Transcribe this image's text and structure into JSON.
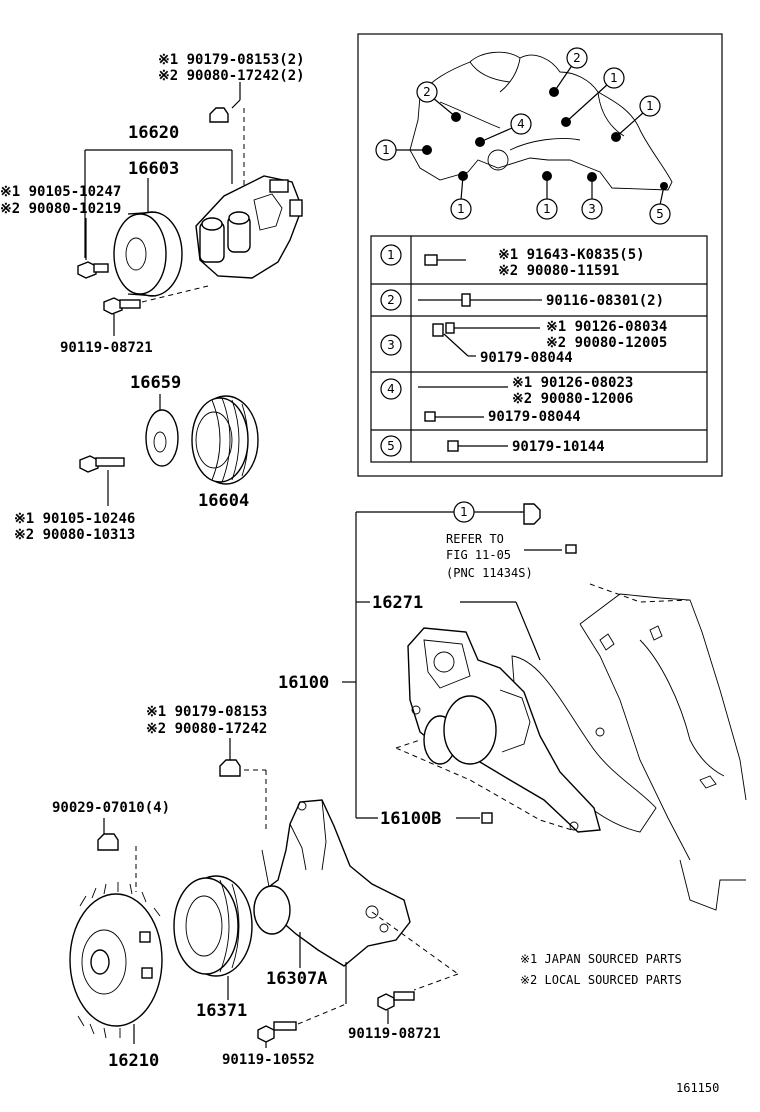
{
  "labels": {
    "tl_nut_1": "※1 90179-08153(2)",
    "tl_nut_2": "※2 90080-17242(2)",
    "p16620": "16620",
    "p16603": "16603",
    "bolt_a1": "※1 90105-10247",
    "bolt_a2": "※2 90080-10219",
    "bolt_b": "90119-08721",
    "p16659": "16659",
    "p16604": "16604",
    "bolt_c1": "※1  90105-10246",
    "bolt_c2": "※2  90080-10313",
    "p16271": "16271",
    "p16100": "16100",
    "p16100b": "16100B",
    "refer1": "REFER TO",
    "refer2": "FIG 11-05",
    "refer3": "(PNC 11434S)",
    "mid_nut_1": "※1  90179-08153",
    "mid_nut_2": "※2  90080-17242",
    "nut4": "90029-07010(4)",
    "p16210": "16210",
    "p16371": "16371",
    "p16307a": "16307A",
    "bolt_d": "90119-08721",
    "bolt_e": "90119-10552",
    "note1": "※1   JAPAN SOURCED PARTS",
    "note2": "※2   LOCAL SOURCED PARTS",
    "fig_id": "161150"
  },
  "inset": {
    "callouts": [
      "2",
      "1",
      "2",
      "4",
      "1",
      "1",
      "1",
      "1",
      "3",
      "5",
      "1"
    ],
    "rows": [
      {
        "key": "1",
        "parts": [
          "※1 91643-K0835(5)",
          "※2 90080-11591"
        ]
      },
      {
        "key": "2",
        "parts": [
          "90116-08301(2)"
        ]
      },
      {
        "key": "3",
        "parts": [
          "※1 90126-08034",
          "※2 90080-12005",
          "90179-08044"
        ]
      },
      {
        "key": "4",
        "parts": [
          "※1 90126-08023",
          "※2 90080-12006",
          "90179-08044"
        ]
      },
      {
        "key": "5",
        "parts": [
          "90179-10144"
        ]
      }
    ]
  }
}
